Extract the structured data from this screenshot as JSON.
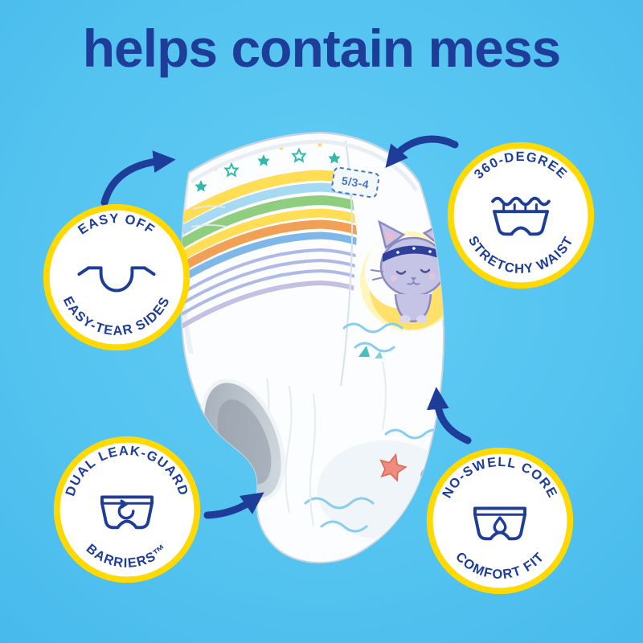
{
  "title": "helps contain mess",
  "colors": {
    "background": "#55C4F0",
    "ink_blue": "#1D3D99",
    "badge_ring_yellow": "#FFD900",
    "badge_bg": "#FFFFFF",
    "stripe_yellow": "#FFDD55",
    "stripe_light_blue": "#A6D9F2",
    "stripe_green": "#8FCD7F",
    "stripe_orange": "#F2A055",
    "stripe_sky": "#7FB8E8",
    "stripe_periwinkle": "#AFB9E6",
    "stars_teal": "#2FB9A8",
    "moon_yellow": "#FFE06A",
    "cat_lavender": "#C5C3E6",
    "starfish_coral": "#F18B7C"
  },
  "product": {
    "size_tag": "5/3-4"
  },
  "badges": [
    {
      "top": "EASY OFF",
      "bottom": "EASY-TEAR SIDES",
      "icon": "easy-off-tabs-icon"
    },
    {
      "top": "360-DEGREE",
      "bottom": "STRETCHY WAIST",
      "icon": "stretchy-waist-icon"
    },
    {
      "top": "DUAL LEAK-GUARD",
      "bottom": "BARRIERS™",
      "icon": "leak-guard-barriers-icon"
    },
    {
      "top": "NO-SWELL CORE",
      "bottom": "COMFORT FIT",
      "icon": "no-swell-core-icon"
    }
  ],
  "callout_arrows": [
    {
      "icon": "curved-arrow-to-waist-left"
    },
    {
      "icon": "curved-arrow-to-waist-right"
    },
    {
      "icon": "curved-arrow-to-leg-barrier"
    },
    {
      "icon": "curved-arrow-to-core"
    }
  ]
}
